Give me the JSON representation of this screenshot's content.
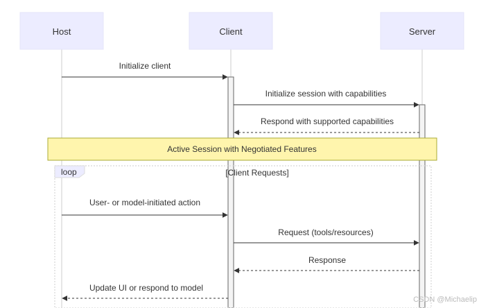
{
  "actors": {
    "host": "Host",
    "client": "Client",
    "server": "Server"
  },
  "messages": [
    {
      "label": "Initialize client",
      "from": "host",
      "to": "client",
      "style": "solid"
    },
    {
      "label": "Initialize session with capabilities",
      "from": "client",
      "to": "server",
      "style": "solid"
    },
    {
      "label": "Respond with supported capabilities",
      "from": "server",
      "to": "client",
      "style": "dashed"
    },
    {
      "label": "User- or model-initiated action",
      "from": "host",
      "to": "client",
      "style": "solid"
    },
    {
      "label": "Request (tools/resources)",
      "from": "client",
      "to": "server",
      "style": "solid"
    },
    {
      "label": "Response",
      "from": "server",
      "to": "client",
      "style": "dashed"
    },
    {
      "label": "Update UI or respond to model",
      "from": "client",
      "to": "host",
      "style": "dashed"
    }
  ],
  "note": {
    "text": "Active Session with Negotiated Features"
  },
  "loop": {
    "label": "loop",
    "title": "[Client Requests]"
  },
  "watermark": "CSDN @Michaelip",
  "colors": {
    "actor_fill": "#ECECFF",
    "actor_stroke": "#E4E4F8",
    "lifeline": "#CCCCCC",
    "note_fill": "#FFF5AD",
    "note_stroke": "#AAAA33",
    "arrow": "#333333",
    "loop_stroke": "#DDDDDD"
  }
}
